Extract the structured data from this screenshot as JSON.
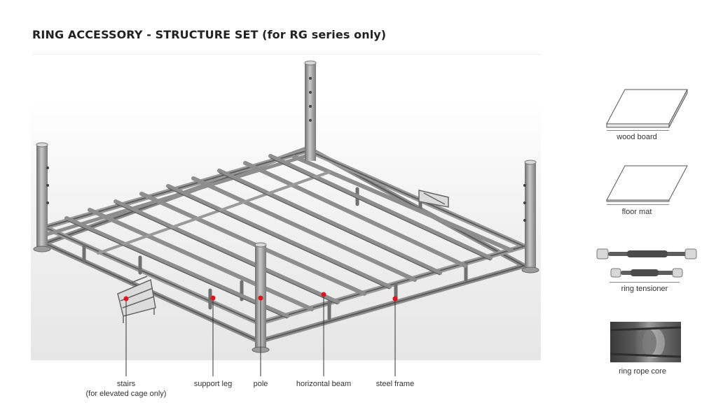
{
  "title": "RING ACCESSORY - STRUCTURE SET (for RG series only)",
  "callouts": {
    "stairs_line1": "stairs",
    "stairs_line2": "(for elevated cage only)",
    "support_leg": "support leg",
    "pole": "pole",
    "horizontal_beam": "horizontal beam",
    "steel_frame": "steel frame"
  },
  "accessories": {
    "wood_board": "wood board",
    "floor_mat": "floor mat",
    "ring_tensioner": "ring tensioner",
    "ring_rope_core": "ring rope core"
  },
  "colors": {
    "marker": "#e0141c",
    "steel": "#8a8a8a",
    "steel_dark": "#5c5c5c",
    "background_panel": "#eeeeee"
  }
}
